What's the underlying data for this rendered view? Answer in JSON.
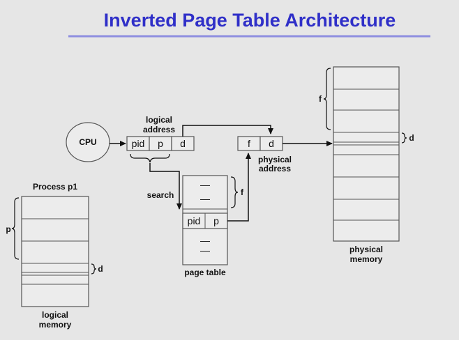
{
  "title": "Inverted Page Table Architecture",
  "cpu": {
    "label": "CPU"
  },
  "logical_address": {
    "label_line1": "logical",
    "label_line2": "address",
    "fields": [
      "pid",
      "p",
      "d"
    ]
  },
  "physical_address": {
    "label_line1": "physical",
    "label_line2": "address",
    "fields": [
      "f",
      "d"
    ]
  },
  "search_label": "search",
  "page_table": {
    "label": "page table",
    "f_label": "f",
    "entry_fields": [
      "pid",
      "p"
    ],
    "dash": "—"
  },
  "process": {
    "label": "Process p1",
    "p_label": "p",
    "d_label": "d",
    "memory_line1": "logical",
    "memory_line2": "memory"
  },
  "physical_memory": {
    "f_label": "f",
    "d_label": "d",
    "label_line1": "physical",
    "label_line2": "memory"
  },
  "colors": {
    "title": "#2f2fc8",
    "title_underline": "#8f8fe0",
    "background": "#e6e6e6",
    "box_fill": "#ececec",
    "stroke": "#555555",
    "arrow": "#111111"
  }
}
